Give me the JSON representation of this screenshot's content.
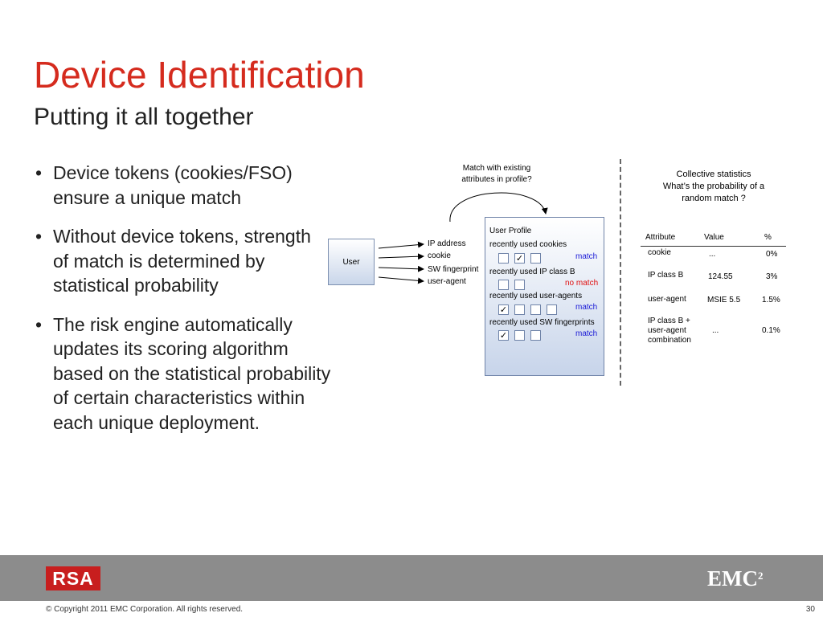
{
  "slide": {
    "title": "Device Identification",
    "subtitle": "Putting it all together",
    "bullets": [
      "Device tokens (cookies/FSO) ensure a unique match",
      "Without device tokens, strength of match is determined by statistical probability",
      "The risk engine automatically updates its scoring algorithm based on the statistical probability of certain characteristics within each unique deployment."
    ]
  },
  "diagram": {
    "user_label": "User",
    "inputs": [
      "IP address",
      "cookie",
      "SW fingerprint",
      "user-agent"
    ],
    "question_line1": "Match with existing",
    "question_line2": "attributes in profile?",
    "profile": {
      "title": "User Profile",
      "sections": [
        {
          "label": "recently used cookies",
          "result": "match",
          "checked": [
            false,
            true,
            false
          ]
        },
        {
          "label": "recently used IP class B",
          "result": "no match",
          "checked": [
            false,
            false
          ]
        },
        {
          "label": "recently used user-agents",
          "result": "match",
          "checked": [
            true,
            false,
            false,
            false
          ]
        },
        {
          "label": "recently used SW fingerprints",
          "result": "match",
          "checked": [
            true,
            false,
            false
          ]
        }
      ]
    },
    "check_mark": "✓"
  },
  "stats": {
    "heading_line1": "Collective statistics",
    "heading_line2": "What’s the probability of a",
    "heading_line3": "random match ?",
    "headers": [
      "Attribute",
      "Value",
      "%"
    ],
    "rows": [
      {
        "attribute": "cookie",
        "value": "...",
        "percent": "0%"
      },
      {
        "attribute": "IP class B",
        "value": "124.55",
        "percent": "3%"
      },
      {
        "attribute": "user-agent",
        "value": "MSIE 5.5",
        "percent": "1.5%"
      },
      {
        "attribute_line1": "IP class B +",
        "attribute_line2": "user-agent",
        "attribute_line3": "combination",
        "value": "...",
        "percent": "0.1%"
      }
    ]
  },
  "footer": {
    "rsa_logo": "RSA",
    "emc_logo": "EMC",
    "emc_sup": "2",
    "copyright": "© Copyright 2011 EMC Corporation. All rights reserved.",
    "page_number": "30"
  },
  "colors": {
    "title": "#d52b1e",
    "match": "#1a1ad6",
    "no_match": "#e01010",
    "footer": "#8c8c8c"
  }
}
